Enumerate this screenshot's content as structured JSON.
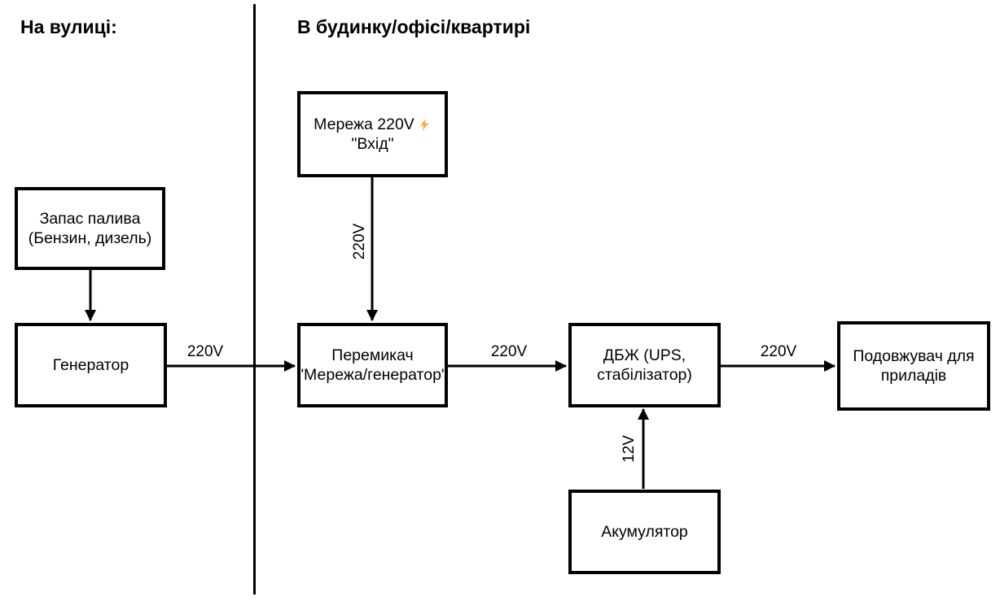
{
  "headers": {
    "left": "На вулиці:",
    "right": "В будинку/офісі/квартирі"
  },
  "nodes": {
    "fuel": {
      "line1": "Запас палива",
      "line2": "(Бензин, дизель)"
    },
    "generator": {
      "line1": "Генератор"
    },
    "grid": {
      "line1": "Мережа 220V",
      "line2": "\"Вхід\"",
      "icon": "lightning-icon"
    },
    "switch": {
      "line1": "Перемикач",
      "line2": "\"Мережа/генератор\""
    },
    "ups": {
      "line1": "ДБЖ (UPS,",
      "line2": "стабілізатор)"
    },
    "extension": {
      "line1": "Подовжувач для",
      "line2": "приладів"
    },
    "battery": {
      "line1": "Акумулятор"
    }
  },
  "edges": {
    "fuel_to_generator": {
      "label": ""
    },
    "generator_to_switch": {
      "label": "220V"
    },
    "grid_to_switch": {
      "label": "220V"
    },
    "switch_to_ups": {
      "label": "220V"
    },
    "ups_to_extension": {
      "label": "220V"
    },
    "battery_to_ups": {
      "label": "12V"
    }
  },
  "colors": {
    "line": "#000000",
    "box_border": "#000000",
    "background": "#ffffff",
    "lightning_fill": "#FFAC33",
    "lightning_stroke": "#E6940B"
  }
}
